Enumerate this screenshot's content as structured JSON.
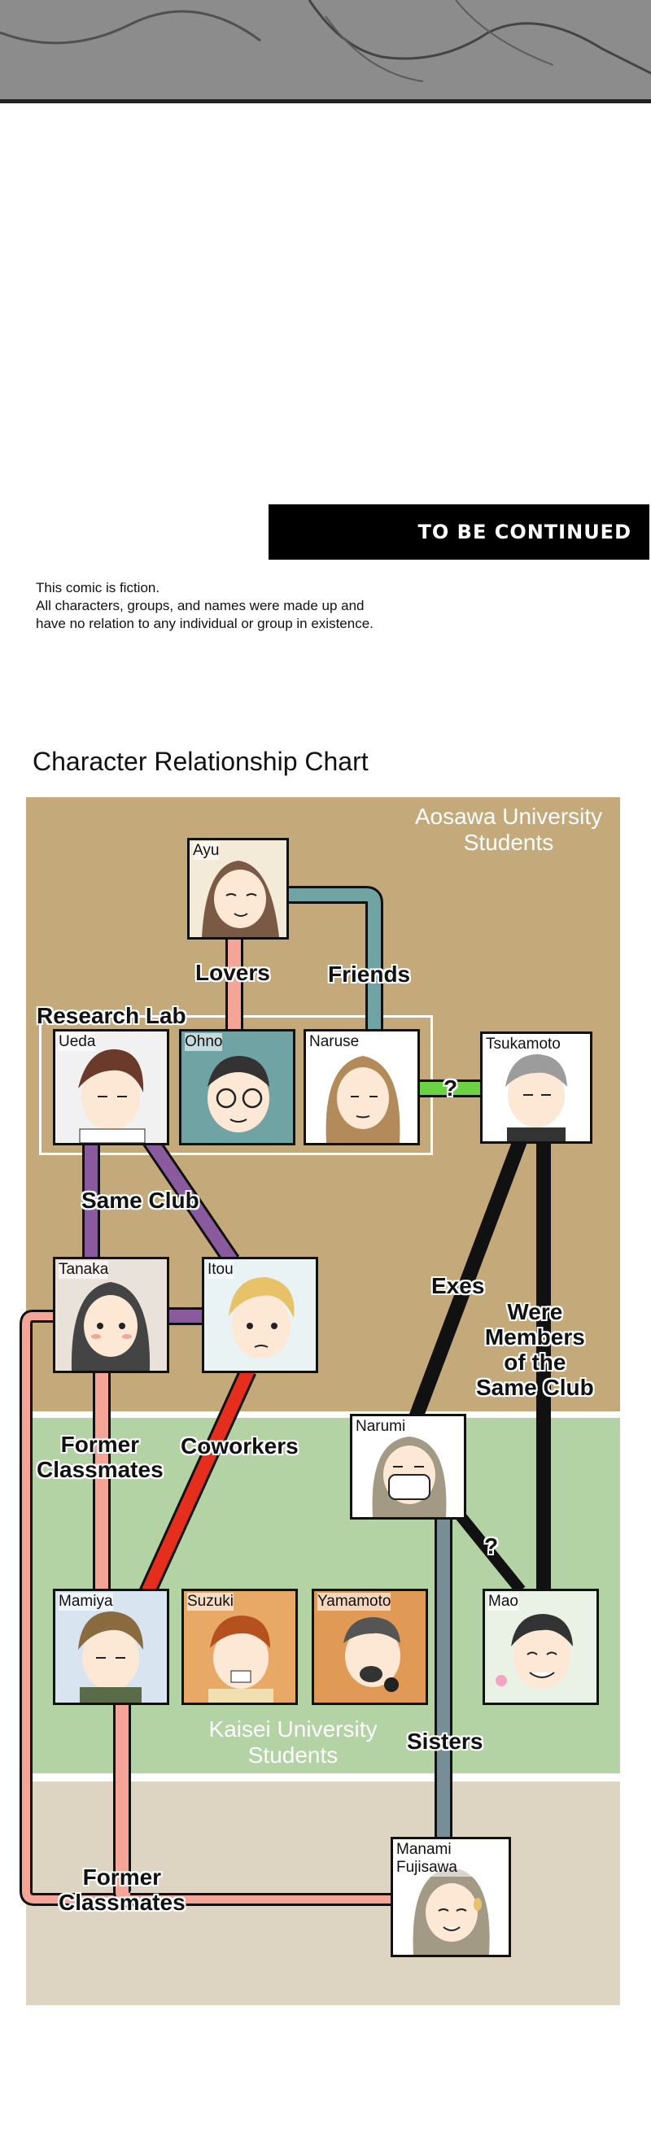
{
  "header": {
    "continued": "TO BE CONTINUED"
  },
  "disclaimer": {
    "line1": "This comic is fiction.",
    "line2": "All characters, groups, and names were made up and",
    "line3": "have no relation to any individual or group in existence."
  },
  "chart": {
    "title": "Character Relationship Chart",
    "groups": {
      "aosawa_line1": "Aosawa University",
      "aosawa_line2": "Students",
      "kaisei_line1": "Kaisei University",
      "kaisei_line2": "Students",
      "research_lab": "Research Lab"
    },
    "characters": {
      "ayu": "Ayu",
      "ueda": "Ueda",
      "ohno": "Ohno",
      "naruse": "Naruse",
      "tsukamoto": "Tsukamoto",
      "tanaka": "Tanaka",
      "itou": "Itou",
      "narumi": "Narumi",
      "mamiya": "Mamiya",
      "suzuki": "Suzuki",
      "yamamoto": "Yamamoto",
      "mao": "Mao",
      "manami_line1": "Manami",
      "manami_line2": "Fujisawa"
    },
    "relations": {
      "lovers": "Lovers",
      "friends": "Friends",
      "same_club": "Same Club",
      "exes": "Exes",
      "were1": "Were",
      "were2": "Members",
      "were3": "of the",
      "were4": "Same Club",
      "former1_a": "Former",
      "former1_b": "Classmates",
      "coworkers": "Coworkers",
      "sisters": "Sisters",
      "former2_a": "Former",
      "former2_b": "Classmates",
      "q1": "?",
      "q2": "?"
    },
    "colors": {
      "aosawa": "#c4aa7b",
      "kaisei": "#b3d3a5",
      "other": "#ddd5c2",
      "lovers": "#f5a597",
      "friends": "#6fa3a4",
      "club": "#8a5a9e",
      "exes": "#111111",
      "coworkers": "#e62e1c",
      "sisters": "#778e96",
      "classmates": "#f5a597",
      "unknown": "#6ad243"
    }
  }
}
